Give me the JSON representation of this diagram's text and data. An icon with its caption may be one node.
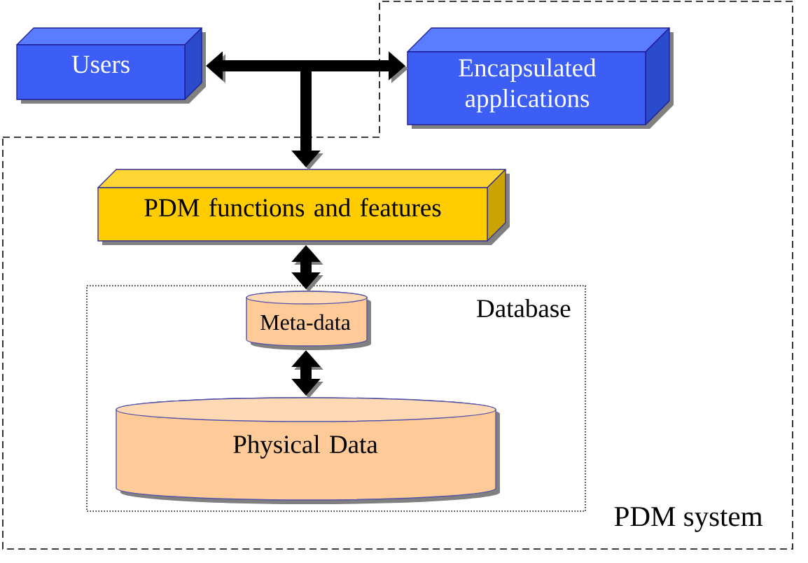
{
  "diagram": {
    "nodes": [
      {
        "text": [
          "Users"
        ]
      },
      {
        "text": [
          "PDM system"
        ]
      },
      {
        "text": [
          "Encapsulated applications"
        ],
        "in": 1
      },
      {
        "text": [
          "PDM functions and features"
        ],
        "in": 1
      },
      {
        "text": [
          "Database"
        ],
        "in": 1
      },
      {
        "text": [
          "Meta-data"
        ],
        "in": 4
      },
      {
        "text": [
          "Physical Data"
        ],
        "in": 4
      }
    ],
    "edges": [
      {
        "from": 0,
        "to": 3,
        "arrow": "both"
      },
      {
        "from": 2,
        "to": 3,
        "arrow": "both"
      },
      {
        "from": 3,
        "to": 5,
        "arrow": "both"
      },
      {
        "from": 5,
        "to": 6,
        "arrow": "both"
      }
    ]
  }
}
